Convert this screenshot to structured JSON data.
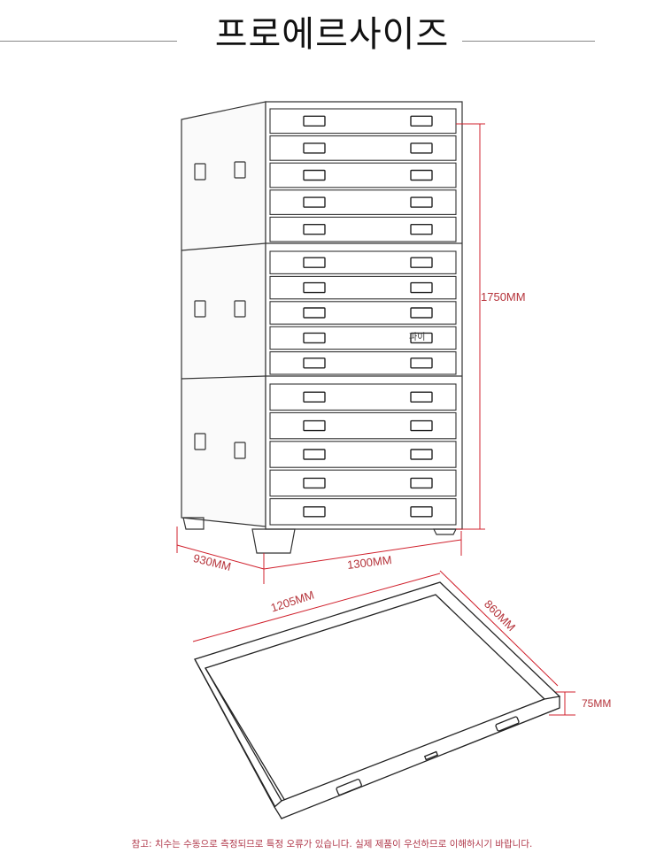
{
  "title": "프로에르사이즈",
  "dimensions": {
    "height": "1750MM",
    "depth": "930MM",
    "width": "1300MM",
    "drawer_width": "1205MM",
    "drawer_depth": "860MM",
    "drawer_height": "75MM"
  },
  "drawer_label": "파이",
  "note": "참고: 치수는 수동으로 측정되므로 특정 오류가 있습니다. 실제 제품이 우선하므로 이해하시기 바랍니다.",
  "colors": {
    "dimension": "#d0202c",
    "text": "#b5333a"
  }
}
